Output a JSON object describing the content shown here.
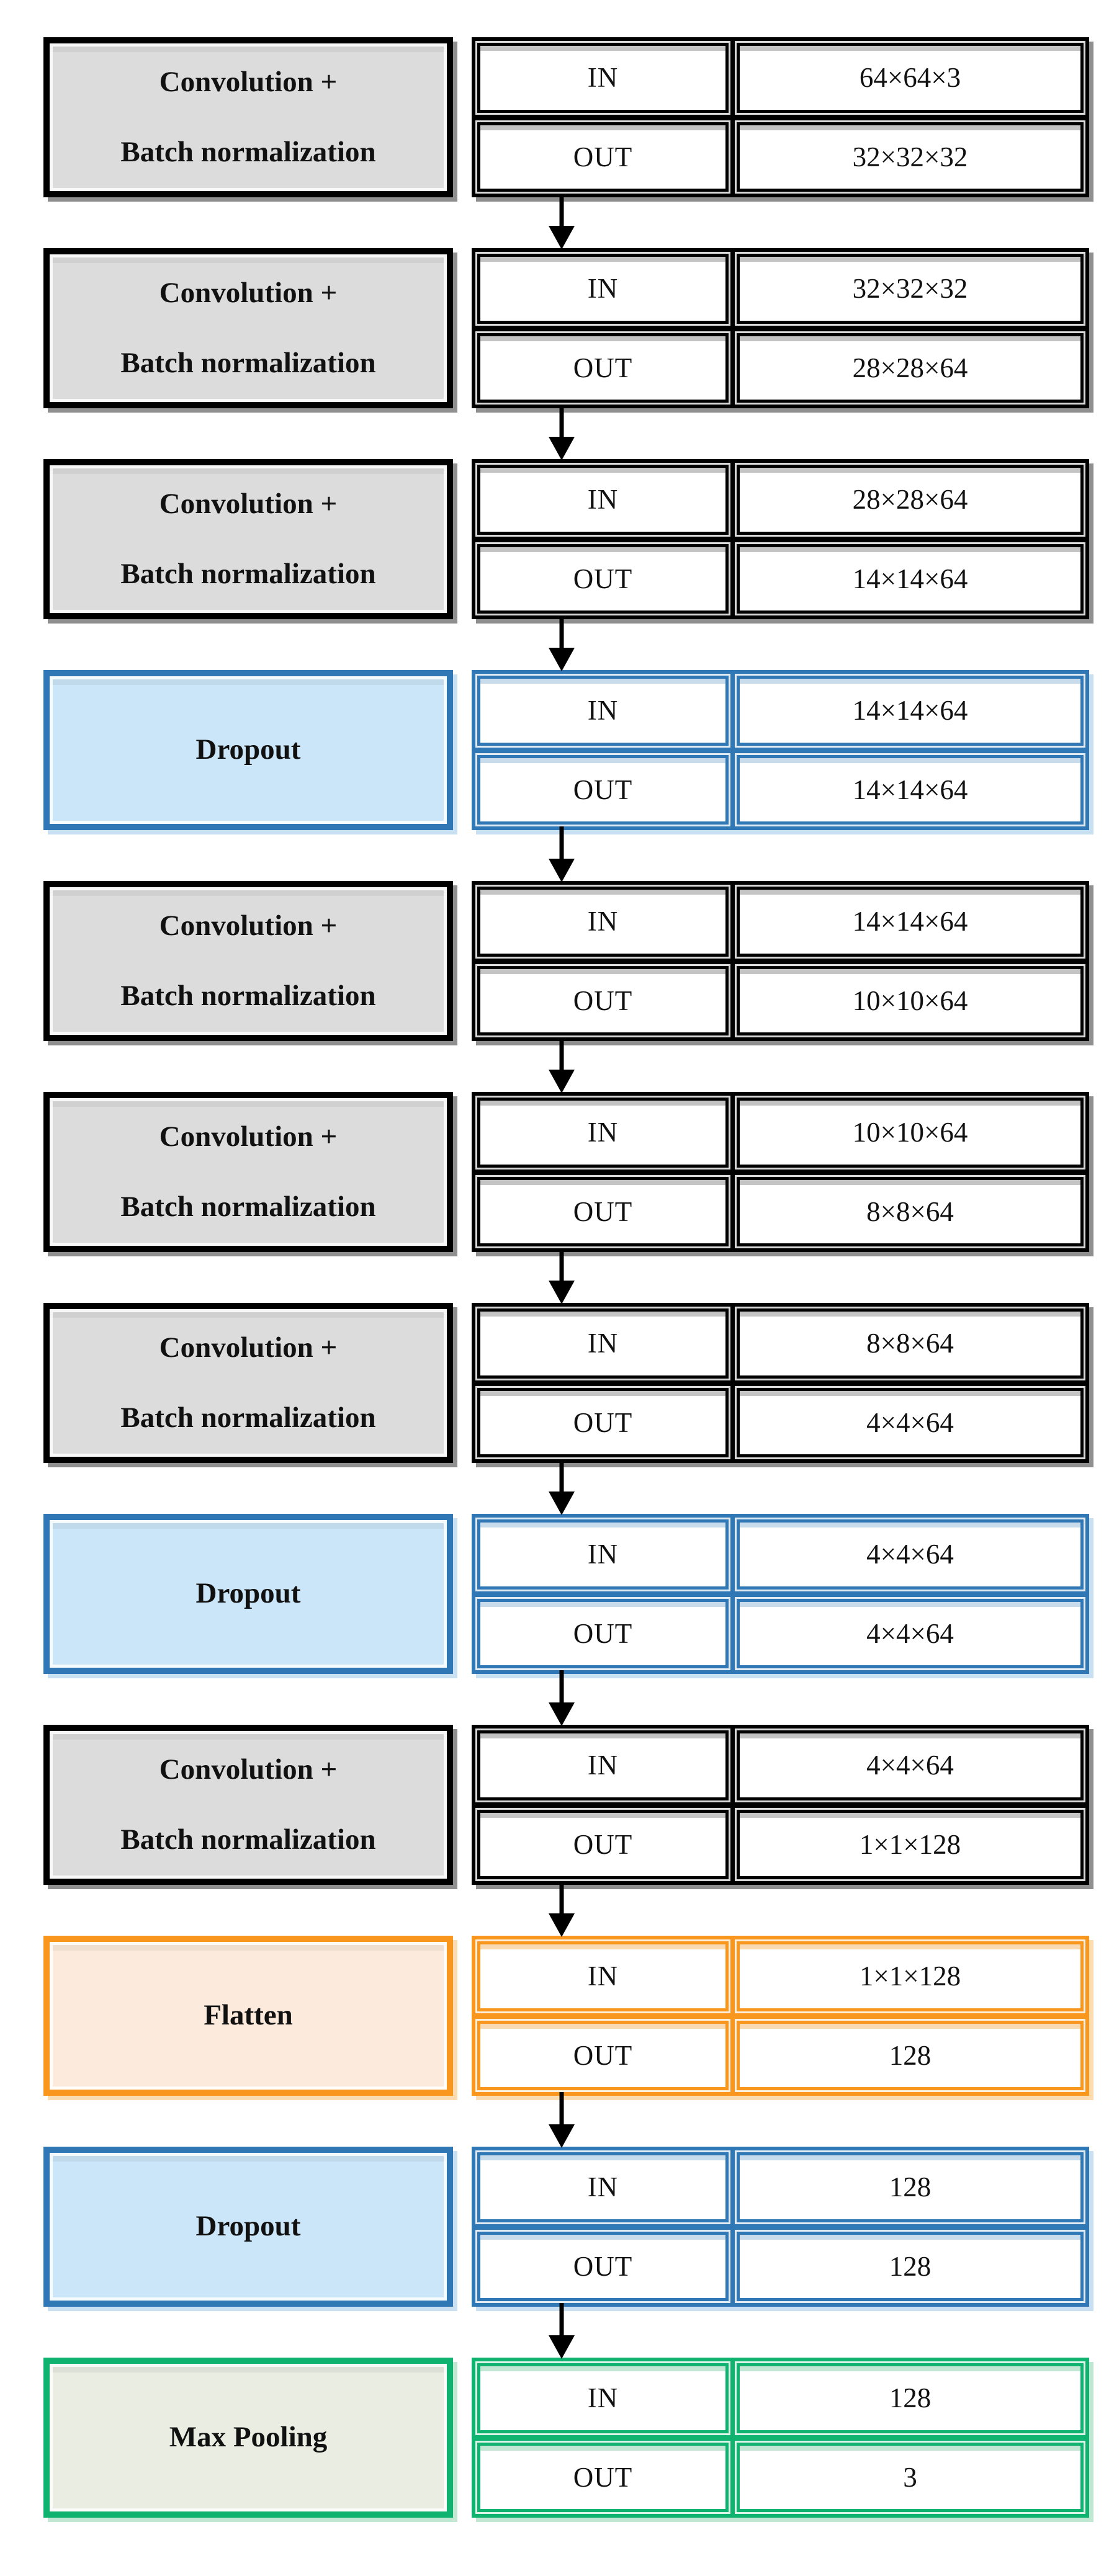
{
  "figure": {
    "kind": "cnn-architecture-flow-diagram",
    "in_label": "IN",
    "out_label": "OUT",
    "colors": {
      "conv_border": "#000000",
      "conv_fill": "#DCDCDC",
      "dropout_border": "#3077B5",
      "dropout_fill": "#CBE6F8",
      "flatten_border": "#F8961D",
      "flatten_fill": "#FCEBDD",
      "maxpool_border": "#0FB26E",
      "maxpool_fill": "#E9EDE2",
      "arrow": "#000000"
    },
    "layers": [
      {
        "theme": "conv",
        "label_lines": [
          "Convolution +",
          "Batch normalization"
        ],
        "in": "64×64×3",
        "out": "32×32×32"
      },
      {
        "theme": "conv",
        "label_lines": [
          "Convolution +",
          "Batch normalization"
        ],
        "in": "32×32×32",
        "out": "28×28×64"
      },
      {
        "theme": "conv",
        "label_lines": [
          "Convolution +",
          "Batch normalization"
        ],
        "in": "28×28×64",
        "out": "14×14×64"
      },
      {
        "theme": "dropout",
        "label_lines": [
          "Dropout"
        ],
        "in": "14×14×64",
        "out": "14×14×64"
      },
      {
        "theme": "conv",
        "label_lines": [
          "Convolution +",
          "Batch normalization"
        ],
        "in": "14×14×64",
        "out": "10×10×64"
      },
      {
        "theme": "conv",
        "label_lines": [
          "Convolution +",
          "Batch normalization"
        ],
        "in": "10×10×64",
        "out": "8×8×64"
      },
      {
        "theme": "conv",
        "label_lines": [
          "Convolution +",
          "Batch normalization"
        ],
        "in": "8×8×64",
        "out": "4×4×64"
      },
      {
        "theme": "dropout",
        "label_lines": [
          "Dropout"
        ],
        "in": "4×4×64",
        "out": "4×4×64"
      },
      {
        "theme": "conv",
        "label_lines": [
          "Convolution +",
          "Batch normalization"
        ],
        "in": "4×4×64",
        "out": "1×1×128"
      },
      {
        "theme": "flatten",
        "label_lines": [
          "Flatten"
        ],
        "in": "1×1×128",
        "out": "128"
      },
      {
        "theme": "dropout",
        "label_lines": [
          "Dropout"
        ],
        "in": "128",
        "out": "128"
      },
      {
        "theme": "maxpool",
        "label_lines": [
          "Max Pooling"
        ],
        "in": "128",
        "out": "3"
      }
    ]
  }
}
